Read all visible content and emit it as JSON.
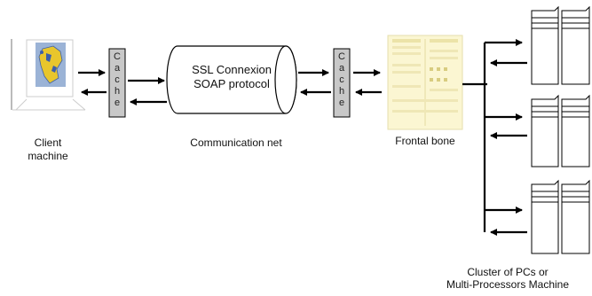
{
  "client": {
    "label_line1": "Client",
    "label_line2": "machine"
  },
  "cache": {
    "letters": [
      "C",
      "a",
      "c",
      "h",
      "e"
    ]
  },
  "tunnel": {
    "line1": "SSL Connexion",
    "line2": "SOAP protocol"
  },
  "net": {
    "label": "Communication net"
  },
  "frontal": {
    "label": "Frontal bone"
  },
  "cluster": {
    "line1": "Cluster of PCs or",
    "line2": "Multi-Processors Machine"
  },
  "colors": {
    "cache_fill": "#c8c8c8",
    "frontal_fill": "#fbf6d2",
    "map_yellow": "#e8c62c",
    "map_blue": "#3d5fa8",
    "line": "#000000"
  }
}
